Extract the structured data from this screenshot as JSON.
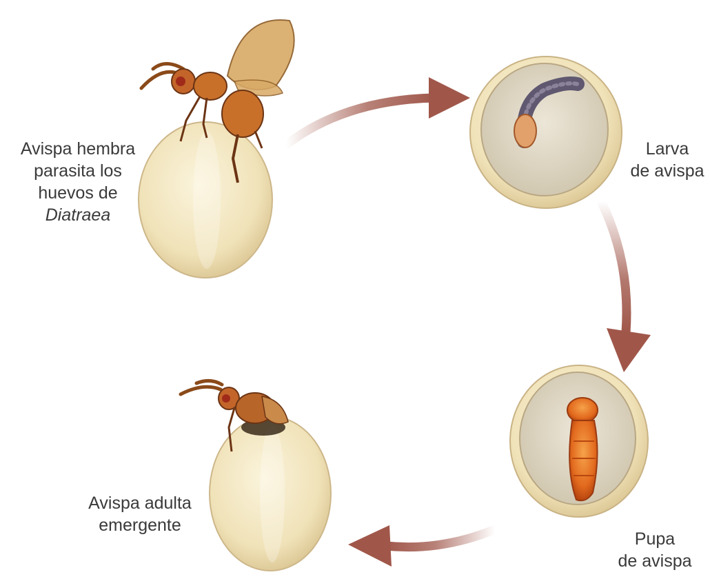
{
  "diagram": {
    "stages": [
      {
        "id": "female",
        "lines": [
          "Avispa hembra",
          "parasita los",
          "huevos de"
        ],
        "italic_line": "Diatraea"
      },
      {
        "id": "larva",
        "lines": [
          "Larva",
          "de avispa"
        ]
      },
      {
        "id": "pupa",
        "lines": [
          "Pupa",
          "de avispa"
        ]
      },
      {
        "id": "adult",
        "lines": [
          "Avispa adulta",
          "emergente"
        ]
      }
    ],
    "colors": {
      "arrow": "#a0574a",
      "egg_fill": "#f3e8c6",
      "egg_shadow": "#d9c79a",
      "wasp_body": "#c8702a",
      "wasp_dark": "#6b3414",
      "wing": "#d6a868",
      "larva_worm": "#5f5870",
      "pupa": "#e8742a"
    },
    "icons": [
      "wasp-icon",
      "egg-icon",
      "larva-icon",
      "pupa-icon",
      "cycle-arrow-icon"
    ]
  }
}
